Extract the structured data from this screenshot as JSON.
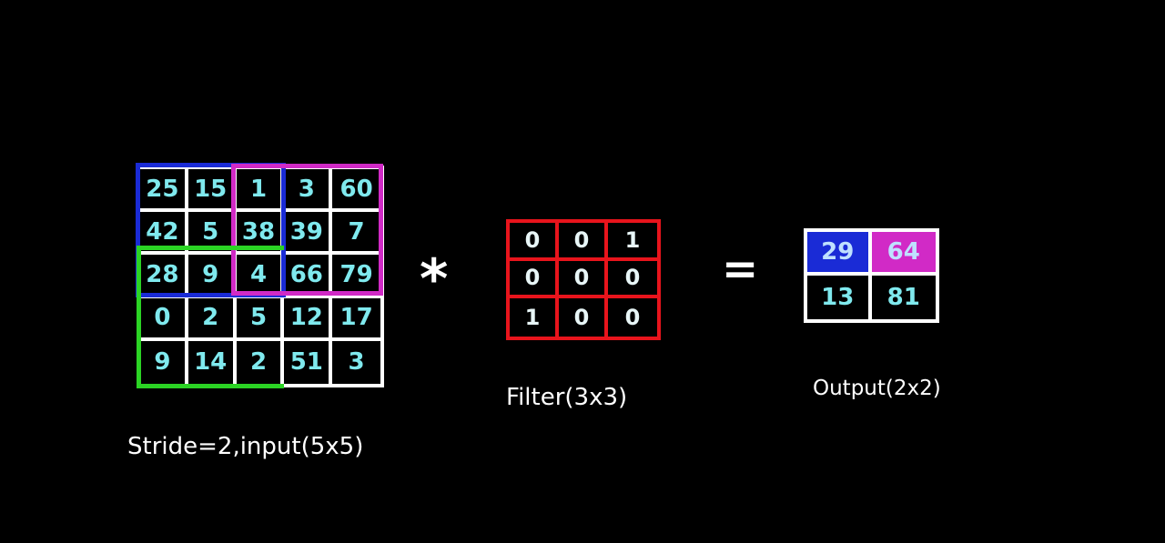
{
  "input": {
    "label": "Stride=2,input(5x5)",
    "rows": [
      [
        "25",
        "15",
        "1",
        "3",
        "60"
      ],
      [
        "42",
        "5",
        "38",
        "39",
        "7"
      ],
      [
        "28",
        "9",
        "4",
        "66",
        "79"
      ],
      [
        "0",
        "2",
        "5",
        "12",
        "17"
      ],
      [
        "9",
        "14",
        "2",
        "51",
        "3"
      ]
    ],
    "window_colors": {
      "first": "#1a2bd6",
      "second": "#d12ac6",
      "third": "#2bd424"
    }
  },
  "operators": {
    "convolve": "*",
    "equals": "="
  },
  "filter": {
    "label": "Filter(3x3)",
    "rows": [
      [
        "0",
        "0",
        "1"
      ],
      [
        "0",
        "0",
        "0"
      ],
      [
        "1",
        "0",
        "0"
      ]
    ],
    "color": "#e8141c"
  },
  "output": {
    "label": "Output(2x2)",
    "rows": [
      [
        "29",
        "64"
      ],
      [
        "13",
        "81"
      ]
    ],
    "highlight": {
      "0.0": "#1a2bd6",
      "0.1": "#d12ac6"
    }
  }
}
